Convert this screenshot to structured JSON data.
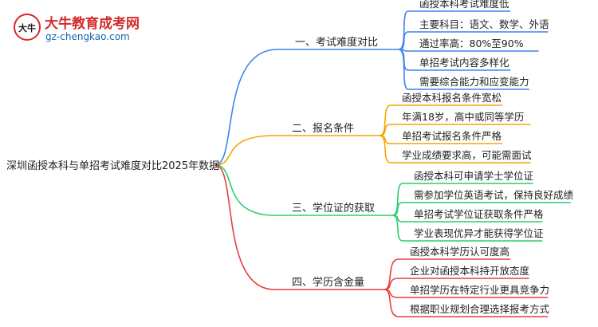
{
  "logo": {
    "title": "大牛教育成考网",
    "url": "gz-chengkao.com",
    "mark": "大牛"
  },
  "root": "深圳函授本科与单招考试难度对比2025年数据",
  "colors": {
    "blue": "#3d82f0",
    "orange": "#f5a700",
    "green": "#2dcc70",
    "red": "#e83f3f"
  },
  "branches": [
    {
      "label": "一、考试难度对比",
      "color": "blue",
      "leaves": [
        "函授本科考试难度低",
        "主要科目：语文、数学、外语",
        "通过率高：80%至90%",
        "单招考试内容多样化",
        "需要综合能力和应变能力"
      ]
    },
    {
      "label": "二、报名条件",
      "color": "orange",
      "leaves": [
        "函授本科报名条件宽松",
        "年满18岁，高中或同等学历",
        "单招考试报名条件严格",
        "学业成绩要求高，可能需面试"
      ]
    },
    {
      "label": "三、学位证的获取",
      "color": "green",
      "leaves": [
        "函授本科可申请学士学位证",
        "需参加学位英语考试，保持良好成绩",
        "单招考试学位证获取条件严格",
        "学业表现优异才能获得学位证"
      ]
    },
    {
      "label": "四、学历含金量",
      "color": "red",
      "leaves": [
        "函授本科学历认可度高",
        "企业对函授本科持开放态度",
        "单招学历在特定行业更具竞争力",
        "根据职业规划合理选择报考方式"
      ]
    }
  ]
}
